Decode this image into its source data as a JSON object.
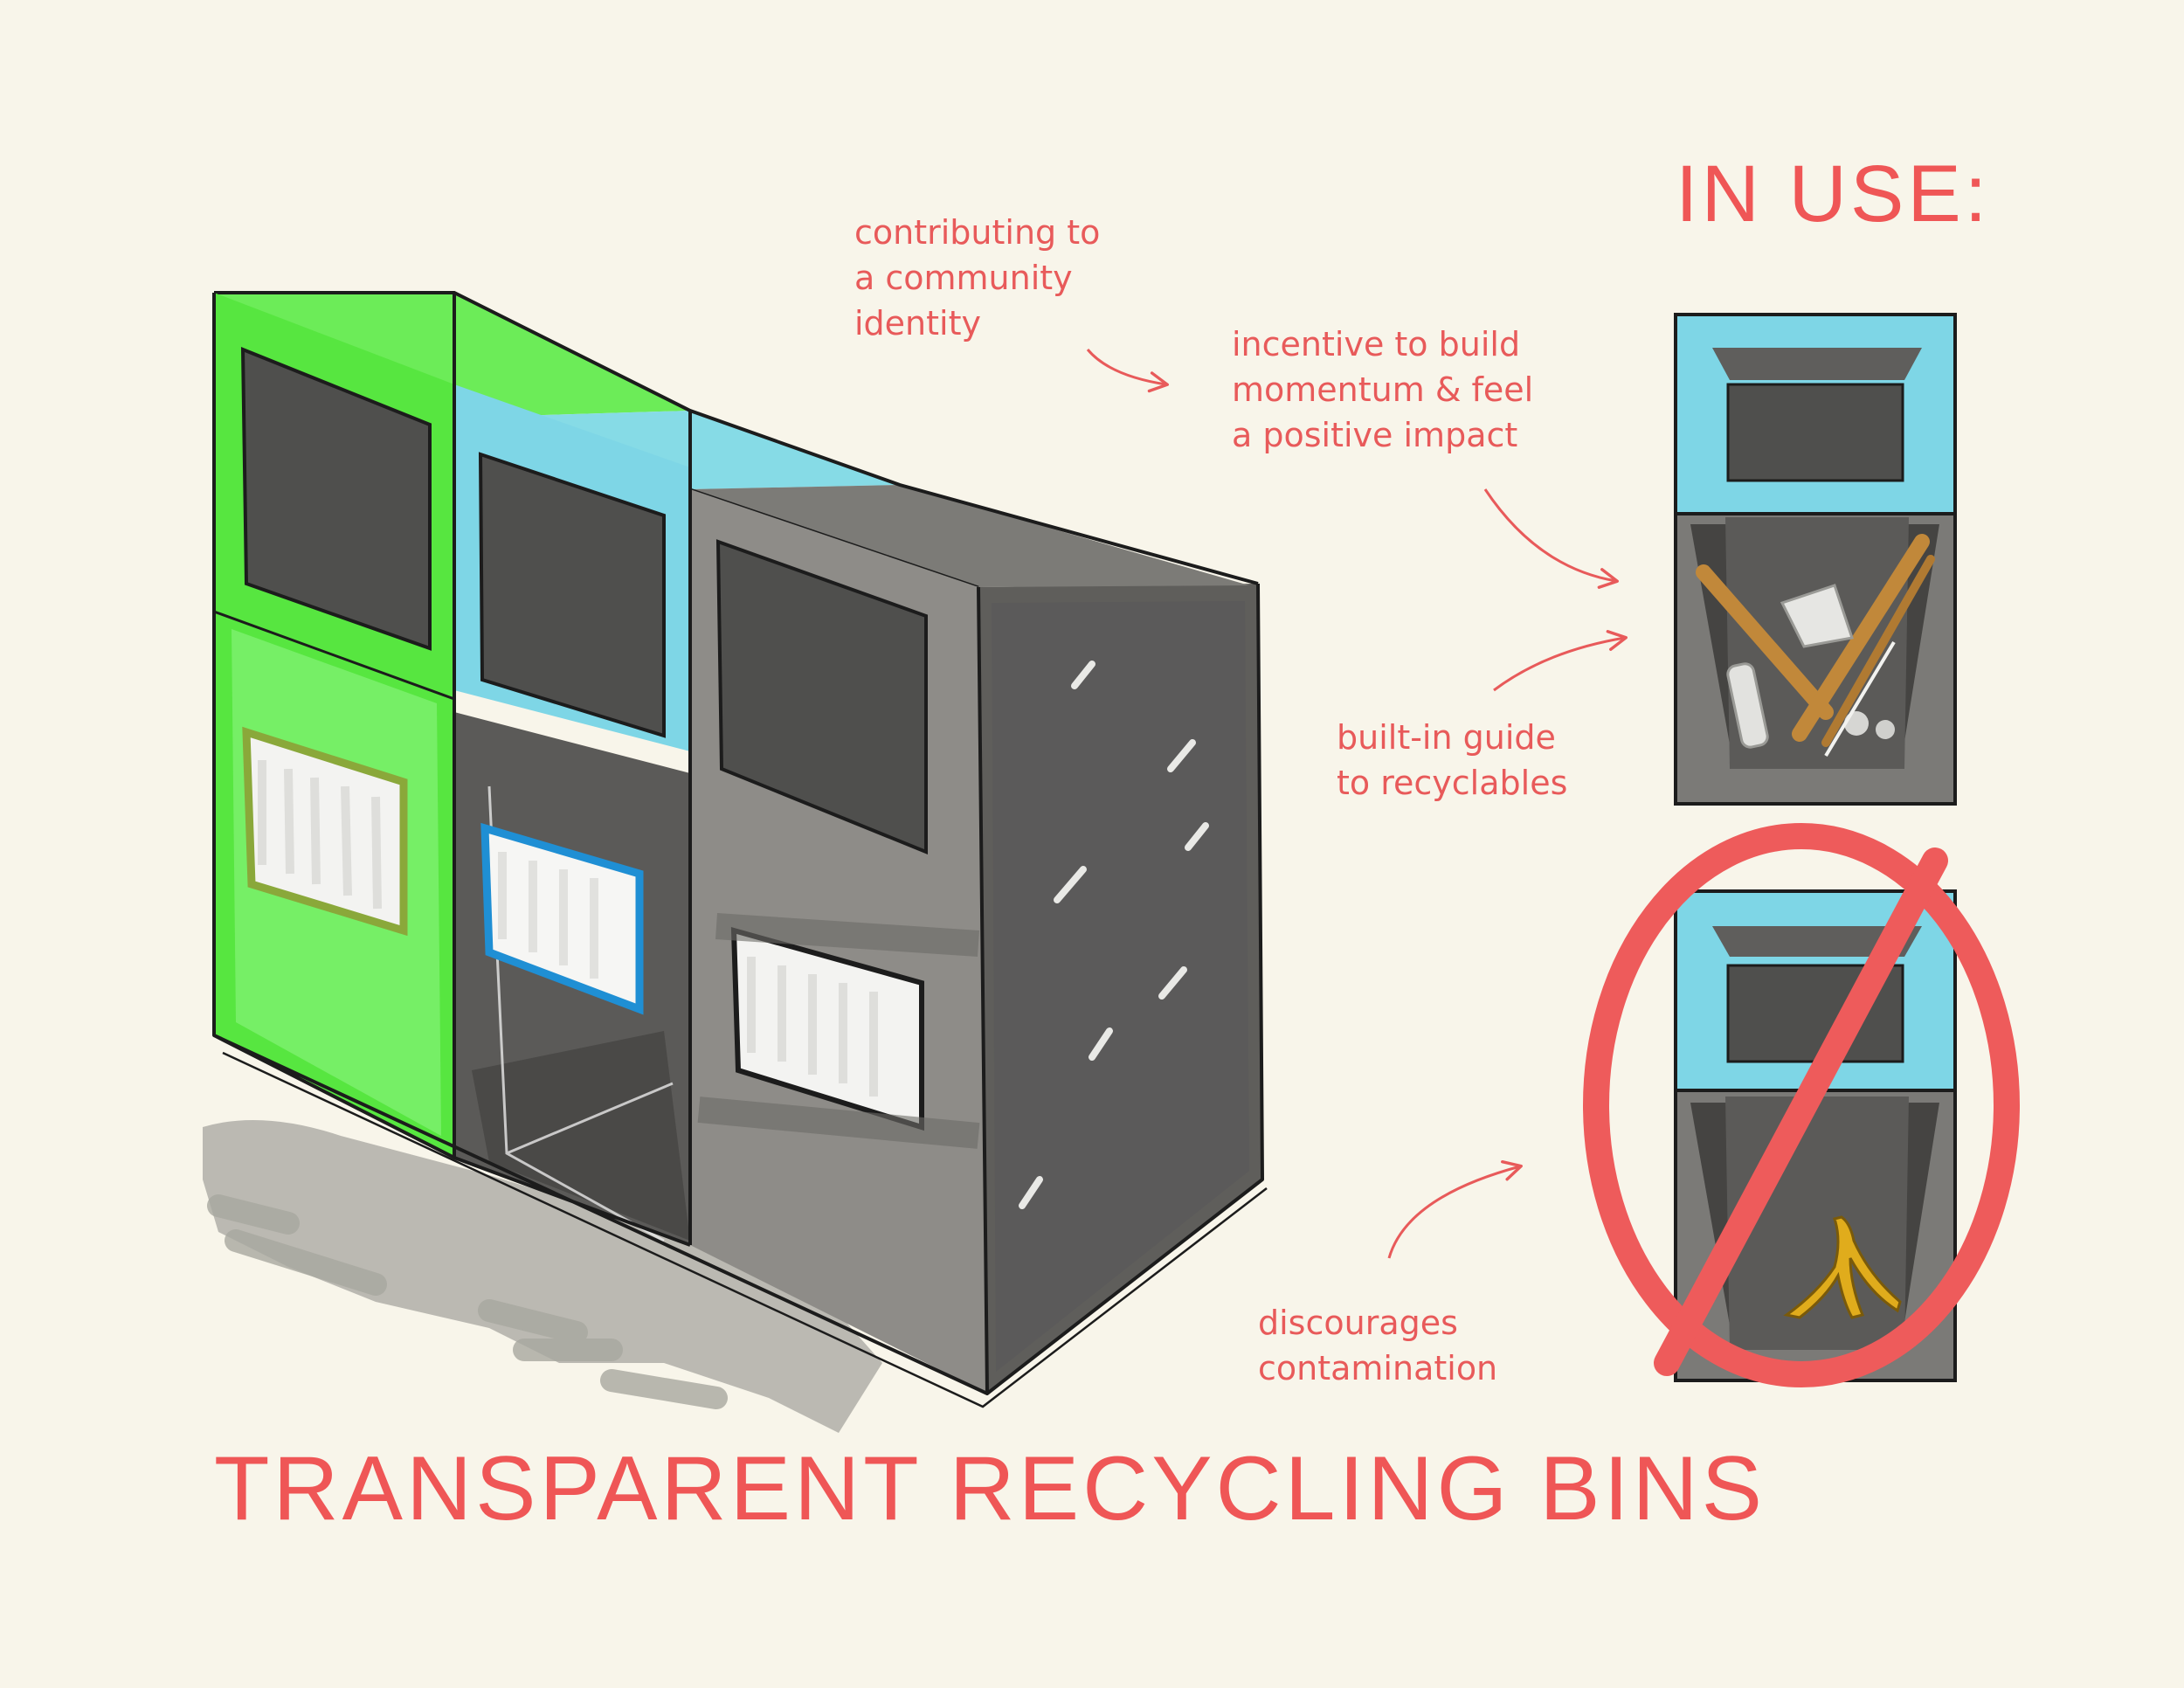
{
  "title": "TRANSPARENT RECYCLING BINS",
  "in_use_heading": "IN USE:",
  "annotations": {
    "community": "contributing to\na community\nidentity",
    "incentive": "incentive to build\nmomentum & feel\na positive impact",
    "guide": "built-in guide\nto recyclables",
    "contamination": "discourages\ncontamination"
  },
  "colors": {
    "background": "#f8f5ea",
    "annotation_red": "#e85a5a",
    "bin_green": "#57e640",
    "bin_blue": "#7ed6e6",
    "bin_gray": "#8e8c88",
    "window_dark": "#4f4f4d",
    "shadow": "#b4b3ac",
    "banana_yellow": "#e0ac1c"
  },
  "icons": [
    "banana-peel-icon",
    "plastic-cup-icon",
    "plastic-bottle-icon",
    "chopstick-icon",
    "crossed-circle-icon",
    "arrow-icon"
  ]
}
